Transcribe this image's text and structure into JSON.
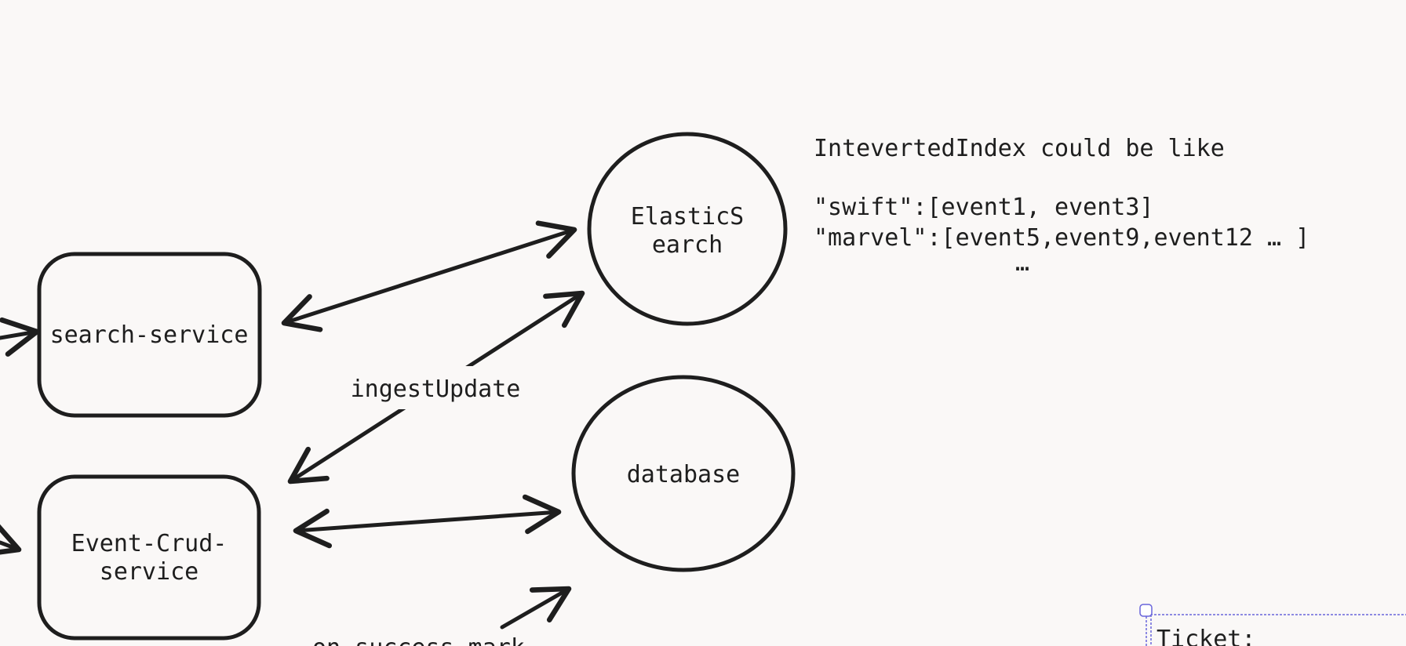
{
  "diagram": {
    "nodes": [
      {
        "id": "elasticsearch",
        "shape": "ellipse",
        "lines": [
          "ElasticS",
          "earch"
        ]
      },
      {
        "id": "database",
        "shape": "ellipse",
        "lines": [
          "database"
        ]
      },
      {
        "id": "search-service",
        "shape": "rounded-rect",
        "lines": [
          "search-service"
        ]
      },
      {
        "id": "event-crud-service",
        "shape": "rounded-rect",
        "lines": [
          "Event-Crud-",
          "service"
        ]
      }
    ],
    "edge_labels": {
      "ingest_update": "ingestUpdate",
      "on_success_mark": "on success mark"
    },
    "note": {
      "line1": "IntevertedIndex could be like",
      "line2": "\"swift\":[event1, event3]",
      "line3": "\"marvel\":[event5,event9,event12 … ]",
      "line4": "…"
    },
    "selected_text": {
      "label": "Ticket:"
    },
    "colors": {
      "stroke": "#1e1e1e",
      "background": "#faf8f7",
      "selection": "#6965db"
    }
  }
}
